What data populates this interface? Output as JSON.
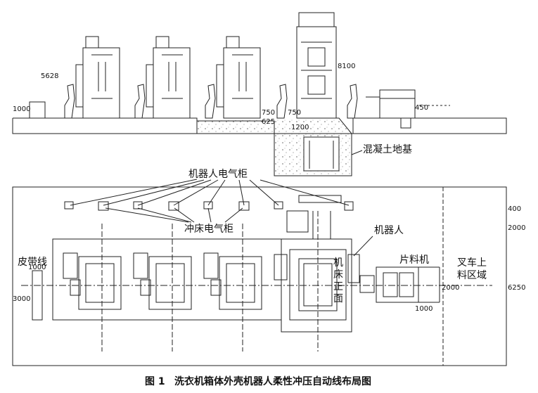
{
  "elevation": {
    "dims": [
      "5628",
      "1000",
      "8100",
      "750",
      "750",
      "625",
      "1200",
      "450"
    ],
    "foundation_label": "混凝土地基"
  },
  "plan": {
    "robot_cabinet_label": "机器人电气柜",
    "press_cabinet_label": "冲床电气柜",
    "robot_label": "机器人",
    "belt_line_label": "皮带线",
    "sheet_machine_label": "片料机",
    "forklift_zone_label": "叉车上料区域",
    "forklift_zone_lines": [
      "叉车上",
      "料区域"
    ],
    "press_front_label": "机床正面",
    "press_front_chars": [
      "机",
      "床",
      "正",
      "面"
    ],
    "dims": {
      "belt_width": "1000",
      "belt_length": "3000",
      "sheet_gap": "2000",
      "sheet_width": "1000",
      "right_top": "400",
      "right_mid": "2000",
      "right_low": "6250"
    }
  },
  "caption": {
    "figure_no": "图 1",
    "title": "洗衣机箱体外壳机器人柔性冲压自动线布局图"
  }
}
